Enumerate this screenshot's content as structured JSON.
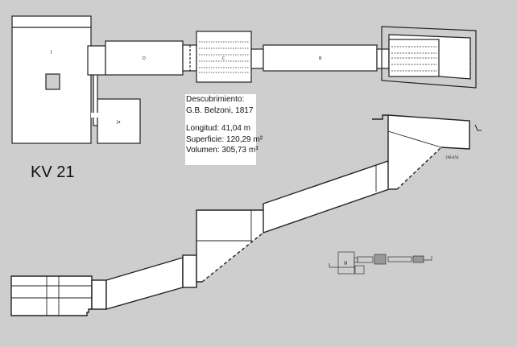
{
  "title": "KV 21",
  "info": {
    "discovery_label": "Descubrimiento:",
    "discovery_value": "G.B. Belzoni, 1817",
    "length": "Longitud: 41,04 m",
    "surface": "Superficie: 120,29 m²",
    "volume": "Volumen: 305,73 m³"
  },
  "plan_labels": {
    "J": "J",
    "Ja": "Ja",
    "D": "D",
    "C": "C",
    "B": "B"
  },
  "section": {
    "elevation": "198.854"
  },
  "colors": {
    "background": "#cfcecf",
    "fill": "#ffffff",
    "line": "#222222"
  }
}
